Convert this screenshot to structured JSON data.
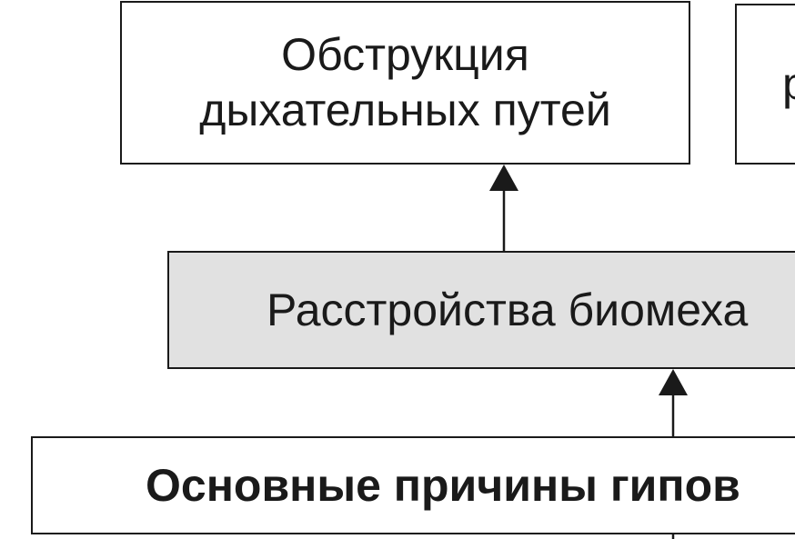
{
  "nodes": {
    "top_left": {
      "line1": "Обструкция",
      "line2": "дыхательных путей"
    },
    "top_right": {
      "line1": "",
      "line2": "р"
    },
    "middle": {
      "text": "Расстройства биомеха"
    },
    "bottom": {
      "text": "Основные причины гипов"
    }
  },
  "colors": {
    "middle_fill": "#e1e1e1",
    "stroke": "#1a1a1a"
  }
}
